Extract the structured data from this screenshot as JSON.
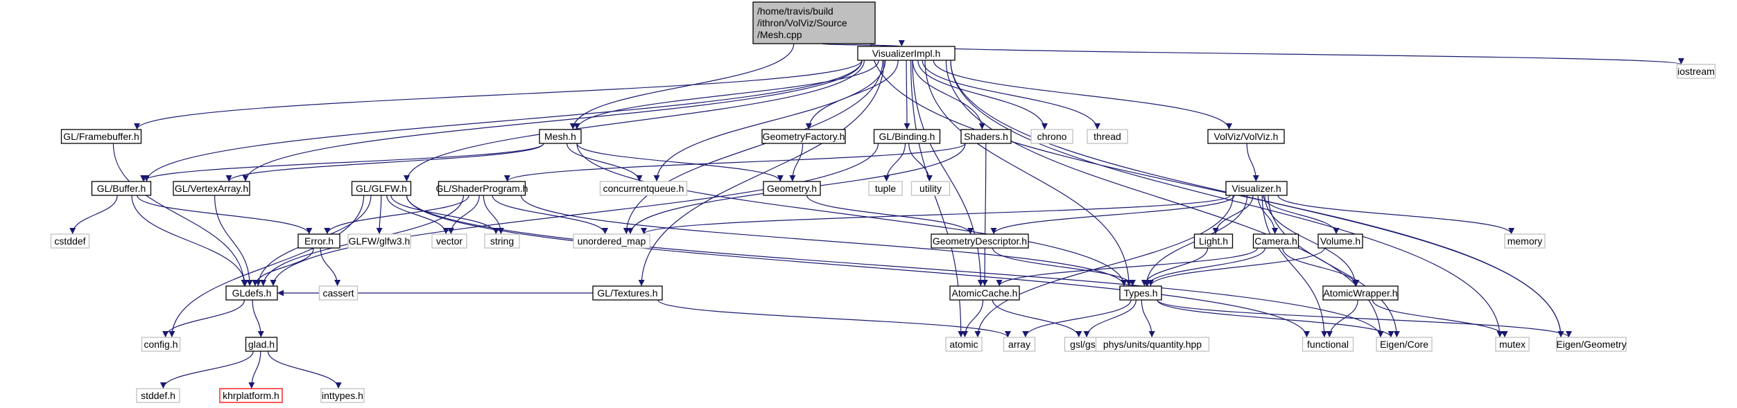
{
  "colors": {
    "edge": "#191970",
    "border_project": "#000000",
    "border_external": "#bfbfbf",
    "border_missing": "#ff0000",
    "fill_root": "#bfbfbf",
    "fill_default": "#ffffff"
  },
  "nodes": [
    {
      "id": "mesh_cpp",
      "lines": [
        "/home/travis/build",
        "/ithron/VolViz/Source",
        "/Mesh.cpp"
      ],
      "kind": "root"
    },
    {
      "id": "visualizerimpl_h",
      "lines": [
        "VisualizerImpl.h"
      ],
      "kind": "project"
    },
    {
      "id": "iostream",
      "lines": [
        "iostream"
      ],
      "kind": "external"
    },
    {
      "id": "gl_framebuffer_h",
      "lines": [
        "GL/Framebuffer.h"
      ],
      "kind": "project"
    },
    {
      "id": "mesh_h",
      "lines": [
        "Mesh.h"
      ],
      "kind": "project"
    },
    {
      "id": "geometryfactory_h",
      "lines": [
        "GeometryFactory.h"
      ],
      "kind": "project"
    },
    {
      "id": "gl_binding_h",
      "lines": [
        "GL/Binding.h"
      ],
      "kind": "project"
    },
    {
      "id": "shaders_h",
      "lines": [
        "Shaders.h"
      ],
      "kind": "project"
    },
    {
      "id": "chrono",
      "lines": [
        "chrono"
      ],
      "kind": "external"
    },
    {
      "id": "thread",
      "lines": [
        "thread"
      ],
      "kind": "external"
    },
    {
      "id": "volviz_h",
      "lines": [
        "VolViz/VolViz.h"
      ],
      "kind": "project"
    },
    {
      "id": "gl_buffer_h",
      "lines": [
        "GL/Buffer.h"
      ],
      "kind": "project"
    },
    {
      "id": "gl_vertexarray_h",
      "lines": [
        "GL/VertexArray.h"
      ],
      "kind": "project"
    },
    {
      "id": "gl_glfw_h",
      "lines": [
        "GL/GLFW.h"
      ],
      "kind": "project"
    },
    {
      "id": "gl_shaderprogram_h",
      "lines": [
        "GL/ShaderProgram.h"
      ],
      "kind": "project"
    },
    {
      "id": "concurrentqueue_h",
      "lines": [
        "concurrentqueue.h"
      ],
      "kind": "external"
    },
    {
      "id": "geometry_h",
      "lines": [
        "Geometry.h"
      ],
      "kind": "project"
    },
    {
      "id": "tuple",
      "lines": [
        "tuple"
      ],
      "kind": "external"
    },
    {
      "id": "utility",
      "lines": [
        "utility"
      ],
      "kind": "external"
    },
    {
      "id": "visualizer_h",
      "lines": [
        "Visualizer.h"
      ],
      "kind": "project"
    },
    {
      "id": "cstddef",
      "lines": [
        "cstddef"
      ],
      "kind": "external"
    },
    {
      "id": "glfw3_h",
      "lines": [
        "GLFW/glfw3.h"
      ],
      "kind": "external"
    },
    {
      "id": "vector",
      "lines": [
        "vector"
      ],
      "kind": "external"
    },
    {
      "id": "string",
      "lines": [
        "string"
      ],
      "kind": "external"
    },
    {
      "id": "unordered_map",
      "lines": [
        "unordered_map"
      ],
      "kind": "external"
    },
    {
      "id": "geometrydescriptor_h",
      "lines": [
        "GeometryDescriptor.h"
      ],
      "kind": "project"
    },
    {
      "id": "light_h",
      "lines": [
        "Light.h"
      ],
      "kind": "project"
    },
    {
      "id": "camera_h",
      "lines": [
        "Camera.h"
      ],
      "kind": "project"
    },
    {
      "id": "volume_h",
      "lines": [
        "Volume.h"
      ],
      "kind": "project"
    },
    {
      "id": "memory",
      "lines": [
        "memory"
      ],
      "kind": "external"
    },
    {
      "id": "error_h",
      "lines": [
        "Error.h"
      ],
      "kind": "project"
    },
    {
      "id": "gl_textures_h",
      "lines": [
        "GL/Textures.h"
      ],
      "kind": "project"
    },
    {
      "id": "gldefs_h",
      "lines": [
        "GLdefs.h"
      ],
      "kind": "project"
    },
    {
      "id": "cassert",
      "lines": [
        "cassert"
      ],
      "kind": "external"
    },
    {
      "id": "atomiccache_h",
      "lines": [
        "AtomicCache.h"
      ],
      "kind": "project"
    },
    {
      "id": "types_h",
      "lines": [
        "Types.h"
      ],
      "kind": "project"
    },
    {
      "id": "atomicwrapper_h",
      "lines": [
        "AtomicWrapper.h"
      ],
      "kind": "project"
    },
    {
      "id": "config_h",
      "lines": [
        "config.h"
      ],
      "kind": "external"
    },
    {
      "id": "glad_h",
      "lines": [
        "glad.h"
      ],
      "kind": "project"
    },
    {
      "id": "atomic",
      "lines": [
        "atomic"
      ],
      "kind": "external"
    },
    {
      "id": "array",
      "lines": [
        "array"
      ],
      "kind": "external"
    },
    {
      "id": "gsl_gsl",
      "lines": [
        "gsl/gsl"
      ],
      "kind": "external"
    },
    {
      "id": "phys_units",
      "lines": [
        "phys/units/quantity.hpp"
      ],
      "kind": "external"
    },
    {
      "id": "functional",
      "lines": [
        "functional"
      ],
      "kind": "external"
    },
    {
      "id": "eigen_core",
      "lines": [
        "Eigen/Core"
      ],
      "kind": "external"
    },
    {
      "id": "mutex",
      "lines": [
        "mutex"
      ],
      "kind": "external"
    },
    {
      "id": "eigen_geometry",
      "lines": [
        "Eigen/Geometry"
      ],
      "kind": "external"
    },
    {
      "id": "stddef_h",
      "lines": [
        "stddef.h"
      ],
      "kind": "external"
    },
    {
      "id": "khrplatform_h",
      "lines": [
        "khrplatform.h"
      ],
      "kind": "missing"
    },
    {
      "id": "inttypes_h",
      "lines": [
        "inttypes.h"
      ],
      "kind": "external"
    }
  ],
  "edges": [
    [
      "mesh_cpp",
      "visualizerimpl_h"
    ],
    [
      "mesh_cpp",
      "mesh_h"
    ],
    [
      "mesh_cpp",
      "iostream"
    ],
    [
      "mesh_cpp",
      "eigen_geometry"
    ],
    [
      "visualizerimpl_h",
      "gl_framebuffer_h"
    ],
    [
      "visualizerimpl_h",
      "mesh_h"
    ],
    [
      "visualizerimpl_h",
      "geometryfactory_h"
    ],
    [
      "visualizerimpl_h",
      "gl_binding_h"
    ],
    [
      "visualizerimpl_h",
      "shaders_h"
    ],
    [
      "visualizerimpl_h",
      "chrono"
    ],
    [
      "visualizerimpl_h",
      "thread"
    ],
    [
      "visualizerimpl_h",
      "volviz_h"
    ],
    [
      "visualizerimpl_h",
      "gl_buffer_h"
    ],
    [
      "visualizerimpl_h",
      "gl_vertexarray_h"
    ],
    [
      "visualizerimpl_h",
      "gl_glfw_h"
    ],
    [
      "visualizerimpl_h",
      "concurrentqueue_h"
    ],
    [
      "visualizerimpl_h",
      "gl_textures_h"
    ],
    [
      "visualizerimpl_h",
      "unordered_map"
    ],
    [
      "visualizerimpl_h",
      "types_h"
    ],
    [
      "visualizerimpl_h",
      "atomiccache_h"
    ],
    [
      "visualizerimpl_h",
      "atomic"
    ],
    [
      "visualizerimpl_h",
      "eigen_core"
    ],
    [
      "visualizerimpl_h",
      "mutex"
    ],
    [
      "visualizerimpl_h",
      "eigen_geometry"
    ],
    [
      "gl_framebuffer_h",
      "gldefs_h"
    ],
    [
      "mesh_h",
      "gl_buffer_h"
    ],
    [
      "mesh_h",
      "gl_vertexarray_h"
    ],
    [
      "mesh_h",
      "geometry_h"
    ],
    [
      "mesh_h",
      "concurrentqueue_h"
    ],
    [
      "mesh_h",
      "types_h"
    ],
    [
      "geometryfactory_h",
      "geometry_h"
    ],
    [
      "gl_binding_h",
      "gldefs_h"
    ],
    [
      "gl_binding_h",
      "tuple"
    ],
    [
      "gl_binding_h",
      "utility"
    ],
    [
      "shaders_h",
      "gl_shaderprogram_h"
    ],
    [
      "shaders_h",
      "unordered_map"
    ],
    [
      "shaders_h",
      "atomiccache_h"
    ],
    [
      "volviz_h",
      "visualizer_h"
    ],
    [
      "gl_buffer_h",
      "cstddef"
    ],
    [
      "gl_buffer_h",
      "error_h"
    ],
    [
      "gl_buffer_h",
      "gldefs_h"
    ],
    [
      "gl_vertexarray_h",
      "gldefs_h"
    ],
    [
      "gl_glfw_h",
      "glfw3_h"
    ],
    [
      "gl_glfw_h",
      "vector"
    ],
    [
      "gl_glfw_h",
      "string"
    ],
    [
      "gl_glfw_h",
      "gldefs_h"
    ],
    [
      "gl_glfw_h",
      "config_h"
    ],
    [
      "gl_glfw_h",
      "functional"
    ],
    [
      "gl_glfw_h",
      "eigen_core"
    ],
    [
      "gl_shaderprogram_h",
      "error_h"
    ],
    [
      "gl_shaderprogram_h",
      "gldefs_h"
    ],
    [
      "gl_shaderprogram_h",
      "vector"
    ],
    [
      "gl_shaderprogram_h",
      "string"
    ],
    [
      "gl_shaderprogram_h",
      "unordered_map"
    ],
    [
      "gl_shaderprogram_h",
      "types_h"
    ],
    [
      "geometry_h",
      "geometrydescriptor_h"
    ],
    [
      "visualizer_h",
      "geometrydescriptor_h"
    ],
    [
      "visualizer_h",
      "light_h"
    ],
    [
      "visualizer_h",
      "camera_h"
    ],
    [
      "visualizer_h",
      "volume_h"
    ],
    [
      "visualizer_h",
      "memory"
    ],
    [
      "visualizer_h",
      "unordered_map"
    ],
    [
      "visualizer_h",
      "types_h"
    ],
    [
      "visualizer_h",
      "atomicwrapper_h"
    ],
    [
      "visualizer_h",
      "atomic"
    ],
    [
      "visualizer_h",
      "functional"
    ],
    [
      "visualizer_h",
      "eigen_core"
    ],
    [
      "geometrydescriptor_h",
      "types_h"
    ],
    [
      "light_h",
      "types_h"
    ],
    [
      "camera_h",
      "types_h"
    ],
    [
      "camera_h",
      "atomiccache_h"
    ],
    [
      "camera_h",
      "atomicwrapper_h"
    ],
    [
      "volume_h",
      "types_h"
    ],
    [
      "error_h",
      "gldefs_h"
    ],
    [
      "error_h",
      "cassert"
    ],
    [
      "gl_textures_h",
      "gldefs_h"
    ],
    [
      "gl_textures_h",
      "array"
    ],
    [
      "gldefs_h",
      "config_h"
    ],
    [
      "gldefs_h",
      "glad_h"
    ],
    [
      "atomiccache_h",
      "atomic"
    ],
    [
      "atomiccache_h",
      "gsl_gsl"
    ],
    [
      "types_h",
      "array"
    ],
    [
      "types_h",
      "gsl_gsl"
    ],
    [
      "types_h",
      "phys_units"
    ],
    [
      "types_h",
      "eigen_core"
    ],
    [
      "types_h",
      "eigen_geometry"
    ],
    [
      "atomicwrapper_h",
      "functional"
    ],
    [
      "atomicwrapper_h",
      "mutex"
    ],
    [
      "glad_h",
      "stddef_h"
    ],
    [
      "glad_h",
      "khrplatform_h"
    ],
    [
      "glad_h",
      "inttypes_h"
    ]
  ]
}
